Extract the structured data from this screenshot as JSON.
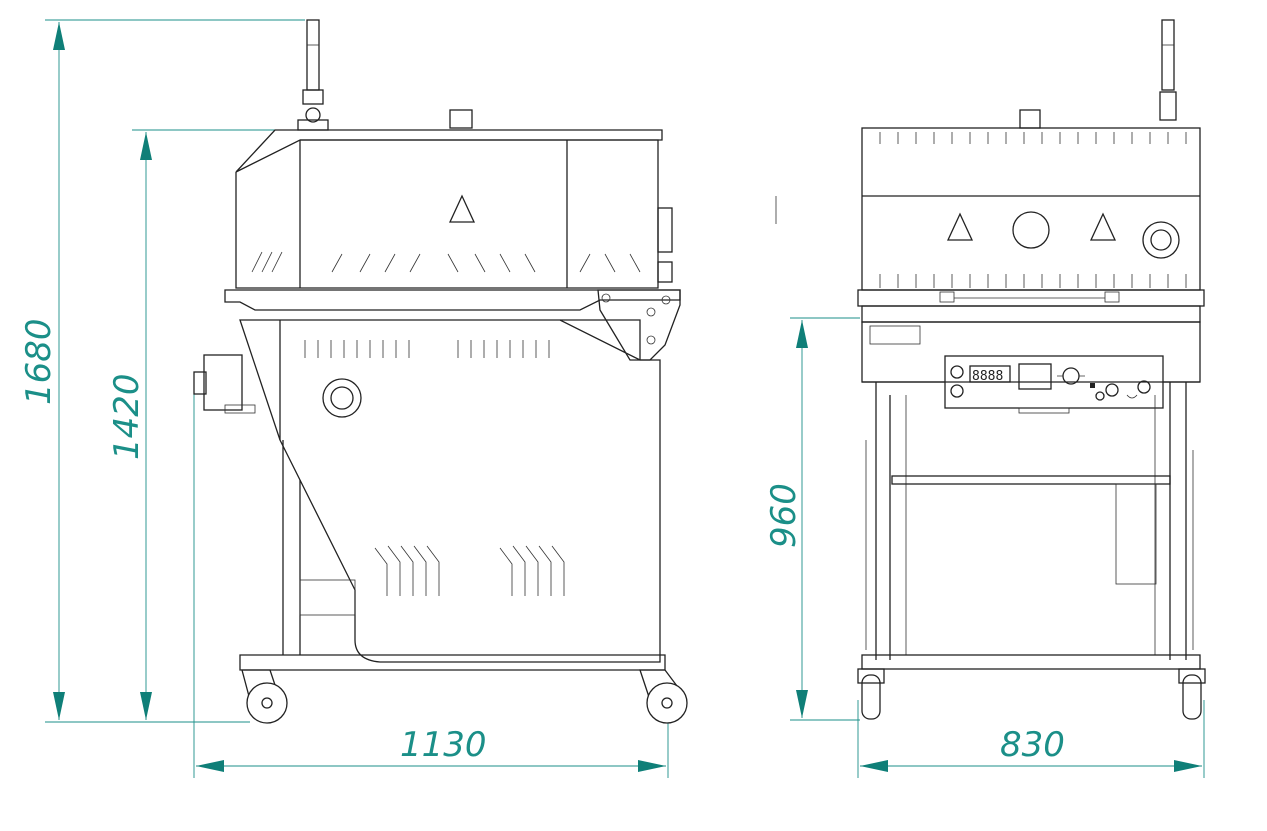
{
  "drawing": {
    "dimensions": {
      "overall_height": "1680",
      "body_height": "1420",
      "side_width": "1130",
      "table_height": "960",
      "front_width": "830"
    },
    "dimension_color": "#1b8f88",
    "control_panel": {
      "display": "8888"
    }
  }
}
